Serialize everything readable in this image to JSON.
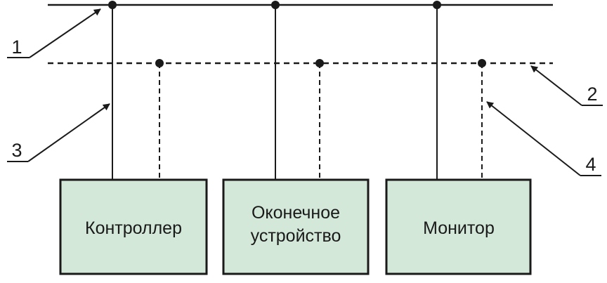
{
  "colors": {
    "line": "#1a1a1a",
    "box_fill": "#d3e8d9",
    "box_border": "#1a1a1a"
  },
  "devices": [
    {
      "id": "controller",
      "label_lines": [
        "Контроллер"
      ]
    },
    {
      "id": "terminal",
      "label_lines": [
        "Оконечное",
        "устройство"
      ]
    },
    {
      "id": "monitor",
      "label_lines": [
        "Монитор"
      ]
    }
  ],
  "callouts": [
    {
      "id": "c1",
      "number": "1"
    },
    {
      "id": "c2",
      "number": "2"
    },
    {
      "id": "c3",
      "number": "3"
    },
    {
      "id": "c4",
      "number": "4"
    }
  ]
}
